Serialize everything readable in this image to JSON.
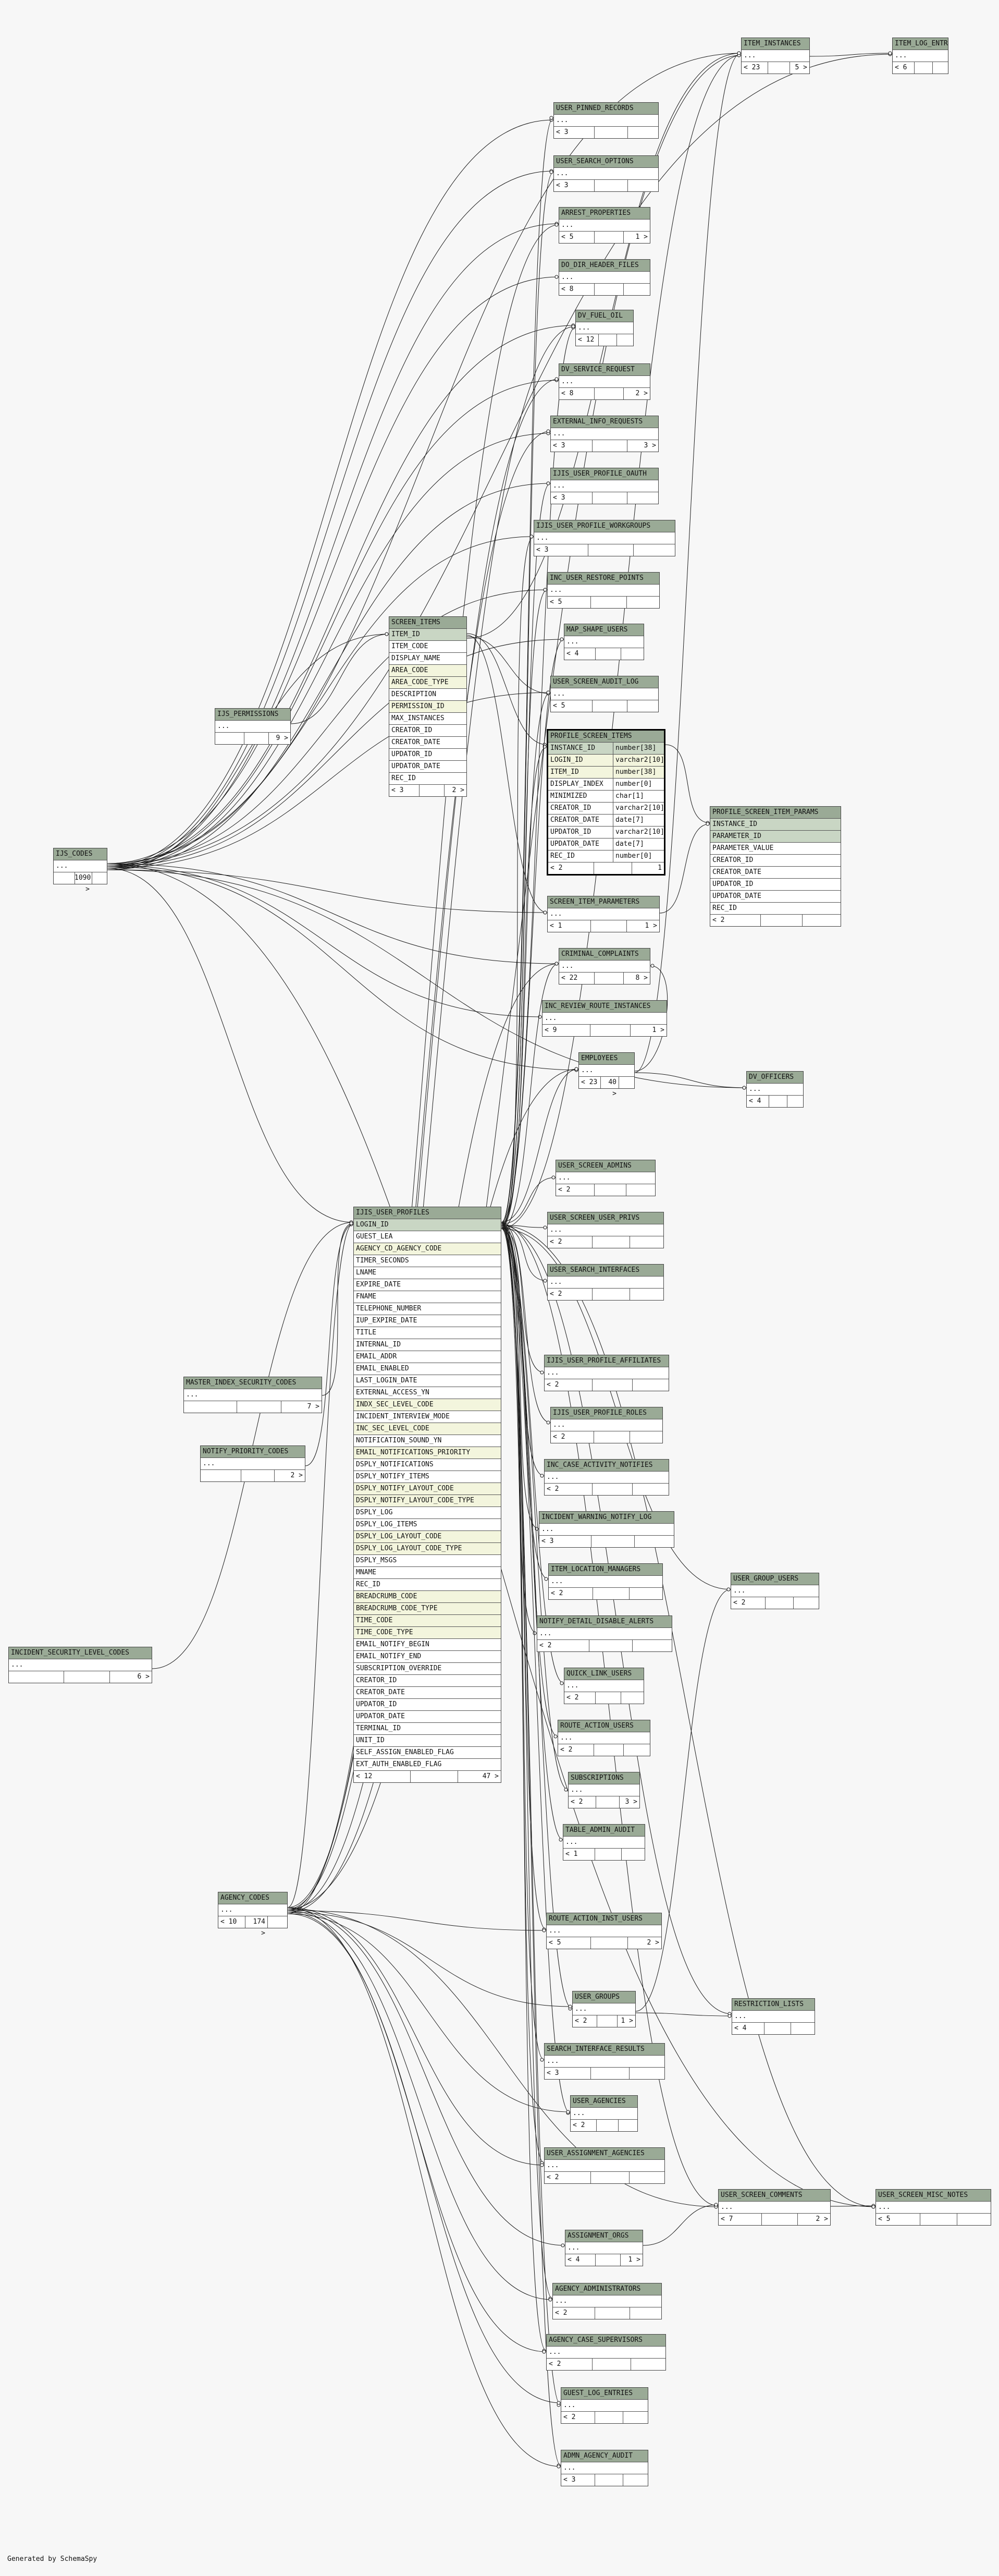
{
  "footer": "Generated by SchemaSpy",
  "colors": {
    "header": "#9aaa96",
    "pk": "#c9d6c4",
    "fk": "#f3f5dd",
    "edge": "#1a1a1a"
  },
  "tables": [
    {
      "name": "ITEM_INSTANCES",
      "rows": [
        "..."
      ],
      "footer": [
        "< 23",
        "",
        "5 >"
      ]
    },
    {
      "name": "ITEM_LOG_ENTRIES",
      "rows": [
        "..."
      ],
      "footer": [
        "< 6",
        "",
        ""
      ]
    },
    {
      "name": "USER_PINNED_RECORDS",
      "rows": [
        "..."
      ],
      "footer": [
        "< 3",
        "",
        ""
      ]
    },
    {
      "name": "USER_SEARCH_OPTIONS",
      "rows": [
        "..."
      ],
      "footer": [
        "< 3",
        "",
        ""
      ]
    },
    {
      "name": "ARREST_PROPERTIES",
      "rows": [
        "..."
      ],
      "footer": [
        "< 5",
        "",
        "1 >"
      ]
    },
    {
      "name": "DO_DIR_HEADER_FILES",
      "rows": [
        "..."
      ],
      "footer": [
        "< 8",
        "",
        ""
      ]
    },
    {
      "name": "DV_FUEL_OIL",
      "rows": [
        "..."
      ],
      "footer": [
        "< 12",
        "",
        ""
      ]
    },
    {
      "name": "DV_SERVICE_REQUEST",
      "rows": [
        "..."
      ],
      "footer": [
        "< 8",
        "",
        "2 >"
      ]
    },
    {
      "name": "EXTERNAL_INFO_REQUESTS",
      "rows": [
        "..."
      ],
      "footer": [
        "< 3",
        "",
        "3 >"
      ]
    },
    {
      "name": "IJIS_USER_PROFILE_OAUTH",
      "rows": [
        "..."
      ],
      "footer": [
        "< 3",
        "",
        ""
      ]
    },
    {
      "name": "IJIS_USER_PROFILE_WORKGROUPS",
      "rows": [
        "..."
      ],
      "footer": [
        "< 3",
        "",
        ""
      ]
    },
    {
      "name": "INC_USER_RESTORE_POINTS",
      "rows": [
        "..."
      ],
      "footer": [
        "< 5",
        "",
        ""
      ]
    },
    {
      "name": "MAP_SHAPE_USERS",
      "rows": [
        "..."
      ],
      "footer": [
        "< 4",
        "",
        ""
      ]
    },
    {
      "name": "USER_SCREEN_AUDIT_LOG",
      "rows": [
        "..."
      ],
      "footer": [
        "< 5",
        "",
        ""
      ]
    },
    {
      "name": "SCREEN_ITEMS",
      "rows": [
        "ITEM_ID",
        "ITEM_CODE",
        "DISPLAY_NAME",
        "AREA_CODE",
        "AREA_CODE_TYPE",
        "DESCRIPTION",
        "PERMISSION_ID",
        "MAX_INSTANCES",
        "CREATOR_ID",
        "CREATOR_DATE",
        "UPDATOR_ID",
        "UPDATOR_DATE",
        "REC_ID"
      ],
      "kinds": [
        "pk",
        "",
        "",
        "fk",
        "fk",
        "",
        "fk",
        "",
        "",
        "",
        "",
        "",
        ""
      ],
      "footer": [
        "< 3",
        "",
        "2 >"
      ]
    },
    {
      "name": "IJS_PERMISSIONS",
      "rows": [
        "..."
      ],
      "footer": [
        "",
        "",
        "9 >"
      ]
    },
    {
      "name": "PROFILE_SCREEN_ITEMS",
      "highlight": true,
      "rows": [
        "INSTANCE_ID",
        "LOGIN_ID",
        "ITEM_ID",
        "DISPLAY_INDEX",
        "MINIMIZED",
        "CREATOR_ID",
        "CREATOR_DATE",
        "UPDATOR_ID",
        "UPDATOR_DATE",
        "REC_ID"
      ],
      "types": [
        "number[38]",
        "varchar2[10]",
        "number[38]",
        "number[0]",
        "char[1]",
        "varchar2[10]",
        "date[7]",
        "varchar2[10]",
        "date[7]",
        "number[0]"
      ],
      "kinds": [
        "pk",
        "fk",
        "fk",
        "",
        "",
        "",
        "",
        "",
        "",
        ""
      ],
      "footer": [
        "< 2",
        "",
        "1"
      ]
    },
    {
      "name": "PROFILE_SCREEN_ITEM_PARAMS",
      "rows": [
        "INSTANCE_ID",
        "PARAMETER_ID",
        "PARAMETER_VALUE",
        "CREATOR_ID",
        "CREATOR_DATE",
        "UPDATOR_ID",
        "UPDATOR_DATE",
        "REC_ID"
      ],
      "kinds": [
        "pk",
        "pk",
        "",
        "",
        "",
        "",
        "",
        ""
      ],
      "footer": [
        "< 2",
        "",
        ""
      ]
    },
    {
      "name": "SCREEN_ITEM_PARAMETERS",
      "rows": [
        "..."
      ],
      "footer": [
        "< 1",
        "",
        "1 >"
      ]
    },
    {
      "name": "IJS_CODES",
      "rows": [
        "..."
      ],
      "footer": [
        "",
        "1090 >",
        ""
      ]
    },
    {
      "name": "CRIMINAL_COMPLAINTS",
      "rows": [
        "..."
      ],
      "footer": [
        "< 22",
        "",
        "8 >"
      ]
    },
    {
      "name": "INC_REVIEW_ROUTE_INSTANCES",
      "rows": [
        "..."
      ],
      "footer": [
        "< 9",
        "",
        "1 >"
      ]
    },
    {
      "name": "EMPLOYEES",
      "rows": [
        "..."
      ],
      "footer": [
        "< 23",
        "40 >",
        ""
      ]
    },
    {
      "name": "DV_OFFICERS",
      "rows": [
        "..."
      ],
      "footer": [
        "< 4",
        "",
        ""
      ]
    },
    {
      "name": "USER_SCREEN_ADMINS",
      "rows": [
        "..."
      ],
      "footer": [
        "< 2",
        "",
        ""
      ]
    },
    {
      "name": "USER_SCREEN_USER_PRIVS",
      "rows": [
        "..."
      ],
      "footer": [
        "< 2",
        "",
        ""
      ]
    },
    {
      "name": "USER_SEARCH_INTERFACES",
      "rows": [
        "..."
      ],
      "footer": [
        "< 2",
        "",
        ""
      ]
    },
    {
      "name": "IJIS_USER_PROFILES",
      "rows": [
        "LOGIN_ID",
        "GUEST_LEA",
        "AGENCY_CD_AGENCY_CODE",
        "TIMER_SECONDS",
        "LNAME",
        "EXPIRE_DATE",
        "FNAME",
        "TELEPHONE_NUMBER",
        "IUP_EXPIRE_DATE",
        "TITLE",
        "INTERNAL_ID",
        "EMAIL_ADDR",
        "EMAIL_ENABLED",
        "LAST_LOGIN_DATE",
        "EXTERNAL_ACCESS_YN",
        "INDX_SEC_LEVEL_CODE",
        "INCIDENT_INTERVIEW_MODE",
        "INC_SEC_LEVEL_CODE",
        "NOTIFICATION_SOUND_YN",
        "EMAIL_NOTIFICATIONS_PRIORITY",
        "DSPLY_NOTIFICATIONS",
        "DSPLY_NOTIFY_ITEMS",
        "DSPLY_NOTIFY_LAYOUT_CODE",
        "DSPLY_NOTIFY_LAYOUT_CODE_TYPE",
        "DSPLY_LOG",
        "DSPLY_LOG_ITEMS",
        "DSPLY_LOG_LAYOUT_CODE",
        "DSPLY_LOG_LAYOUT_CODE_TYPE",
        "DSPLY_MSGS",
        "MNAME",
        "REC_ID",
        "BREADCRUMB_CODE",
        "BREADCRUMB_CODE_TYPE",
        "TIME_CODE",
        "TIME_CODE_TYPE",
        "EMAIL_NOTIFY_BEGIN",
        "EMAIL_NOTIFY_END",
        "SUBSCRIPTION_OVERRIDE",
        "CREATOR_ID",
        "CREATOR_DATE",
        "UPDATOR_ID",
        "UPDATOR_DATE",
        "TERMINAL_ID",
        "UNIT_ID",
        "SELF_ASSIGN_ENABLED_FLAG",
        "EXT_AUTH_ENABLED_FLAG"
      ],
      "kinds": [
        "pk",
        "",
        "fk",
        "",
        "",
        "",
        "",
        "",
        "",
        "",
        "",
        "",
        "",
        "",
        "",
        "fk",
        "",
        "fk",
        "",
        "fk",
        "",
        "",
        "fk",
        "fk",
        "",
        "",
        "fk",
        "fk",
        "",
        "",
        "",
        "fk",
        "fk",
        "fk",
        "fk",
        "",
        "",
        "",
        "",
        "",
        "",
        "",
        "",
        "",
        "",
        ""
      ],
      "footer": [
        "< 12",
        "",
        "47 >"
      ]
    },
    {
      "name": "IJIS_USER_PROFILE_AFFILIATES",
      "rows": [
        "..."
      ],
      "footer": [
        "< 2",
        "",
        ""
      ]
    },
    {
      "name": "MASTER_INDEX_SECURITY_CODES",
      "rows": [
        "..."
      ],
      "footer": [
        "",
        "",
        "7 >"
      ]
    },
    {
      "name": "IJIS_USER_PROFILE_ROLES",
      "rows": [
        "..."
      ],
      "footer": [
        "< 2",
        "",
        ""
      ]
    },
    {
      "name": "NOTIFY_PRIORITY_CODES",
      "rows": [
        "..."
      ],
      "footer": [
        "",
        "",
        "2 >"
      ]
    },
    {
      "name": "INC_CASE_ACTIVITY_NOTIFIES",
      "rows": [
        "..."
      ],
      "footer": [
        "< 2",
        "",
        ""
      ]
    },
    {
      "name": "INCIDENT_WARNING_NOTIFY_LOG",
      "rows": [
        "..."
      ],
      "footer": [
        "< 3",
        "",
        ""
      ]
    },
    {
      "name": "ITEM_LOCATION_MANAGERS",
      "rows": [
        "..."
      ],
      "footer": [
        "< 2",
        "",
        ""
      ]
    },
    {
      "name": "USER_GROUP_USERS",
      "rows": [
        "..."
      ],
      "footer": [
        "< 2",
        "",
        ""
      ]
    },
    {
      "name": "NOTIFY_DETAIL_DISABLE_ALERTS",
      "rows": [
        "..."
      ],
      "footer": [
        "< 2",
        "",
        ""
      ]
    },
    {
      "name": "INCIDENT_SECURITY_LEVEL_CODES",
      "rows": [
        "..."
      ],
      "footer": [
        "",
        "",
        "6 >"
      ]
    },
    {
      "name": "QUICK_LINK_USERS",
      "rows": [
        "..."
      ],
      "footer": [
        "< 2",
        "",
        ""
      ]
    },
    {
      "name": "ROUTE_ACTION_USERS",
      "rows": [
        "..."
      ],
      "footer": [
        "< 2",
        "",
        ""
      ]
    },
    {
      "name": "SUBSCRIPTIONS",
      "rows": [
        "..."
      ],
      "footer": [
        "< 2",
        "",
        "3 >"
      ]
    },
    {
      "name": "TABLE_ADMIN_AUDIT",
      "rows": [
        "..."
      ],
      "footer": [
        "< 1",
        "",
        ""
      ]
    },
    {
      "name": "AGENCY_CODES",
      "rows": [
        "..."
      ],
      "footer": [
        "< 10",
        "174 >",
        ""
      ]
    },
    {
      "name": "ROUTE_ACTION_INST_USERS",
      "rows": [
        "..."
      ],
      "footer": [
        "< 5",
        "",
        "2 >"
      ]
    },
    {
      "name": "USER_GROUPS",
      "rows": [
        "..."
      ],
      "footer": [
        "< 2",
        "",
        "1 >"
      ]
    },
    {
      "name": "RESTRICTION_LISTS",
      "rows": [
        "..."
      ],
      "footer": [
        "< 4",
        "",
        ""
      ]
    },
    {
      "name": "SEARCH_INTERFACE_RESULTS",
      "rows": [
        "..."
      ],
      "footer": [
        "< 3",
        "",
        ""
      ]
    },
    {
      "name": "USER_AGENCIES",
      "rows": [
        "..."
      ],
      "footer": [
        "< 2",
        "",
        ""
      ]
    },
    {
      "name": "USER_ASSIGNMENT_AGENCIES",
      "rows": [
        "..."
      ],
      "footer": [
        "< 2",
        "",
        ""
      ]
    },
    {
      "name": "USER_SCREEN_COMMENTS",
      "rows": [
        "..."
      ],
      "footer": [
        "< 7",
        "",
        "2 >"
      ]
    },
    {
      "name": "USER_SCREEN_MISC_NOTES",
      "rows": [
        "..."
      ],
      "footer": [
        "< 5",
        "",
        ""
      ]
    },
    {
      "name": "ASSIGNMENT_ORGS",
      "rows": [
        "..."
      ],
      "footer": [
        "< 4",
        "",
        "1 >"
      ]
    },
    {
      "name": "AGENCY_ADMINISTRATORS",
      "rows": [
        "..."
      ],
      "footer": [
        "< 2",
        "",
        ""
      ]
    },
    {
      "name": "AGENCY_CASE_SUPERVISORS",
      "rows": [
        "..."
      ],
      "footer": [
        "< 2",
        "",
        ""
      ]
    },
    {
      "name": "GUEST_LOG_ENTRIES",
      "rows": [
        "..."
      ],
      "footer": [
        "< 2",
        "",
        ""
      ]
    },
    {
      "name": "ADMN_AGENCY_AUDIT",
      "rows": [
        "..."
      ],
      "footer": [
        "< 3",
        "",
        ""
      ]
    }
  ]
}
